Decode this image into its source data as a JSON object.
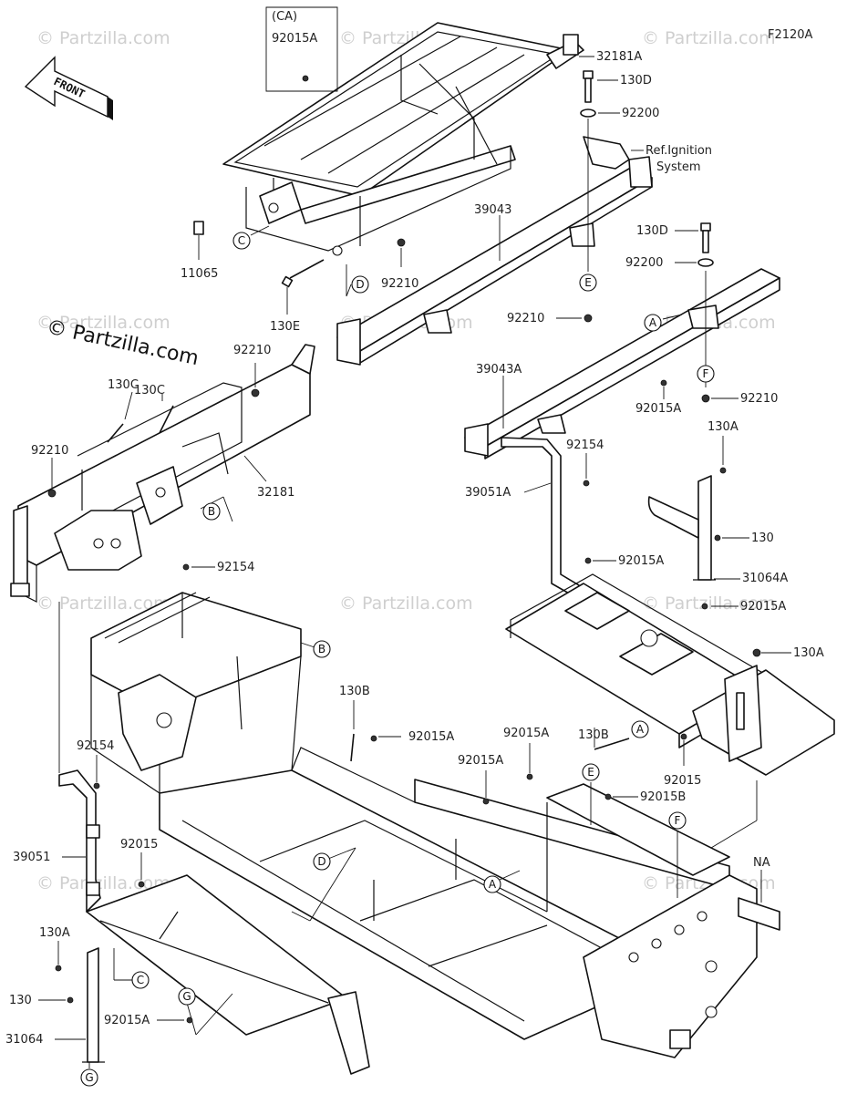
{
  "diagram_id": "F2120A",
  "front_label": "FRONT",
  "watermark_main": "© Partzilla.com",
  "watermark_faint": "© Partzilla.com",
  "part_labels": {
    "ca": "(CA)",
    "p92015A_top": "92015A",
    "p32181A": "32181A",
    "p130D_top": "130D",
    "p92200_top": "92200",
    "ref_ignition_1": "Ref.Ignition",
    "ref_ignition_2": "System",
    "p39043": "39043",
    "p130D_mid": "130D",
    "p92200_mid": "92200",
    "p11065": "11065",
    "p92210_d": "92210",
    "p130E": "130E",
    "p92210_e": "92210",
    "p92210_left": "92210",
    "p130C_a": "130C",
    "p130C_b": "130C",
    "p39043A": "39043A",
    "p92015A_right": "92015A",
    "p92210_f": "92210",
    "p130A_r1": "130A",
    "p92210_far": "92210",
    "p32181": "32181",
    "p92154_r": "92154",
    "p39051A": "39051A",
    "p130_r": "130",
    "p92015A_r2": "92015A",
    "p31064A": "31064A",
    "p92154_mid": "92154",
    "p92015A_r3": "92015A",
    "p130A_r2": "130A",
    "p130B_c": "130B",
    "p92015A_c": "92015A",
    "p130B_r": "130B",
    "p92015A_c2": "92015A",
    "p92015_r": "92015",
    "p92154_l": "92154",
    "p92015A_c3": "92015A",
    "p92015B": "92015B",
    "p39051": "39051",
    "p92015_l": "92015",
    "pNA": "NA",
    "p130A_l": "130A",
    "p130_l": "130",
    "p92015A_l": "92015A",
    "p31064": "31064"
  },
  "callouts": {
    "C_top": "C",
    "D_top": "D",
    "E_top": "E",
    "F_top": "F",
    "A_r": "A",
    "B_l": "B",
    "B_c": "B",
    "E_c": "E",
    "F_c": "F",
    "D_c": "D",
    "A_c": "A",
    "C_l": "C",
    "G_c": "G",
    "G_l": "G"
  }
}
